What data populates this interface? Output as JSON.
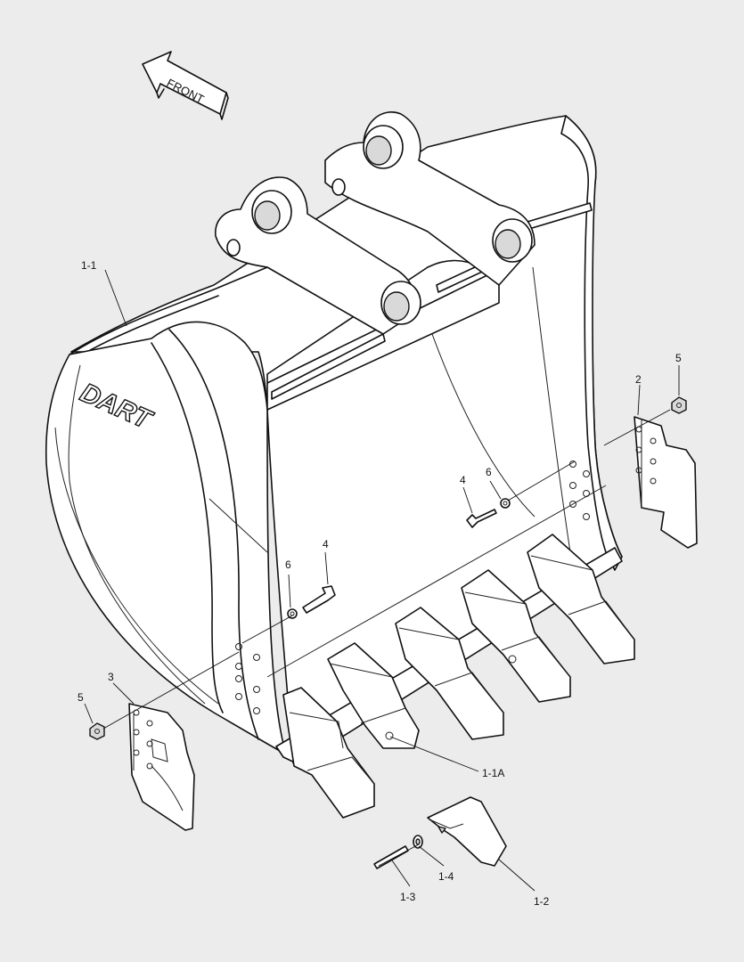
{
  "diagram": {
    "front_arrow": {
      "text": "FRONT"
    },
    "logo": {
      "text": "DART"
    },
    "callouts": [
      {
        "id": "1-1",
        "text": "1-1"
      },
      {
        "id": "1-1a",
        "text": "1-1A"
      },
      {
        "id": "1-2",
        "text": "1-2"
      },
      {
        "id": "1-3",
        "text": "1-3"
      },
      {
        "id": "1-4",
        "text": "1-4"
      },
      {
        "id": "2",
        "text": "2"
      },
      {
        "id": "3",
        "text": "3"
      },
      {
        "id": "4a",
        "text": "4"
      },
      {
        "id": "4b",
        "text": "4"
      },
      {
        "id": "5a",
        "text": "5"
      },
      {
        "id": "5b",
        "text": "5"
      },
      {
        "id": "6a",
        "text": "6"
      },
      {
        "id": "6b",
        "text": "6"
      }
    ]
  }
}
